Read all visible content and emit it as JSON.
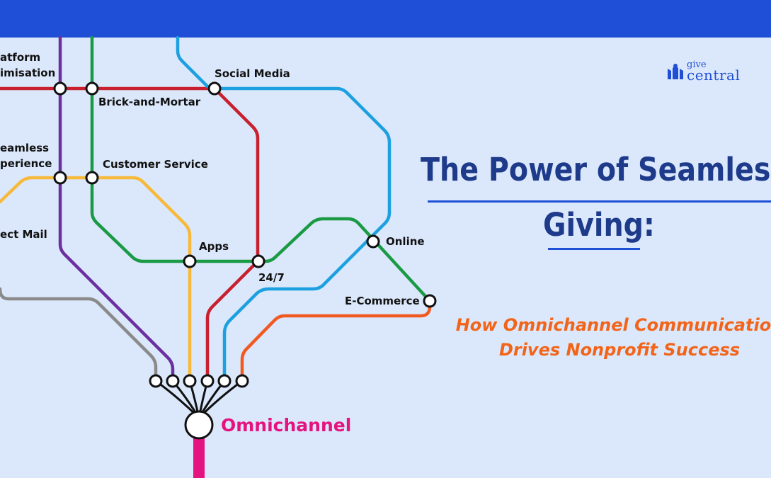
{
  "brand": {
    "logo_word_top": "give",
    "logo_word_bottom": "central",
    "primary_color": "#1f4fd6",
    "background_color": "#dbe8fb"
  },
  "headline": {
    "line1": "The Power of Seamless",
    "line2": "Giving:",
    "color": "#1e3a8a"
  },
  "subheadline": {
    "line1": "How Omnichannel Communication",
    "line2": "Drives Nonprofit Success",
    "color": "#f26419"
  },
  "metro_map": {
    "hub_label": "Omnichannel",
    "hub_color": "#e4137f",
    "stations": [
      "Platform Optimisation",
      "Social Media",
      "Brick-and-Mortar",
      "Seamless Experience",
      "Customer Service",
      "Direct Mail",
      "Apps",
      "24/7",
      "Online",
      "E-Commerce"
    ],
    "station_label_text": {
      "platform_l1": "atform",
      "platform_l2": "imisation",
      "seamless_l1": "eamless",
      "seamless_l2": "perience",
      "direct_mail": "ect Mail",
      "social_media": "Social Media",
      "brick_and_mortar": "Brick-and-Mortar",
      "customer_service": "Customer Service",
      "apps": "Apps",
      "twenty_four_seven": "24/7",
      "online": "Online",
      "ecommerce": "E-Commerce"
    },
    "line_colors": {
      "red": "#c8202e",
      "purple": "#6b2fa0",
      "green": "#1a9a44",
      "blue": "#1ca0e0",
      "yellow": "#f6b93b",
      "gray": "#8a8a8a",
      "orange": "#f05a22"
    }
  }
}
